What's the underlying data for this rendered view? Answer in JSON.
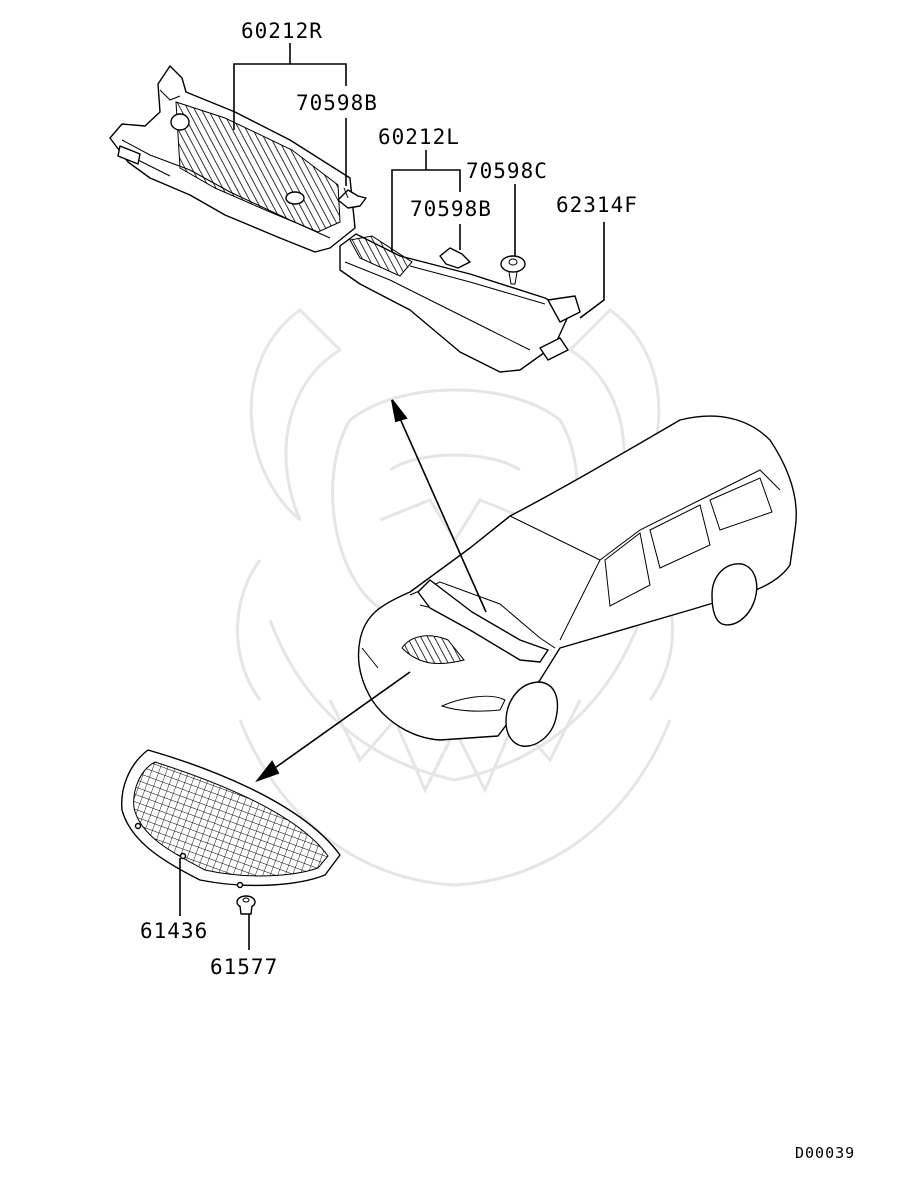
{
  "diagram": {
    "code": "D00039",
    "callouts": {
      "cowl_top_right": "60212R",
      "cowl_clip_right": "70598B",
      "cowl_top_left": "60212L",
      "cowl_clip_left": "70598B",
      "cowl_screw": "70598C",
      "cowl_seal": "62314F",
      "front_grille": "61436",
      "grille_clip": "61577"
    }
  }
}
